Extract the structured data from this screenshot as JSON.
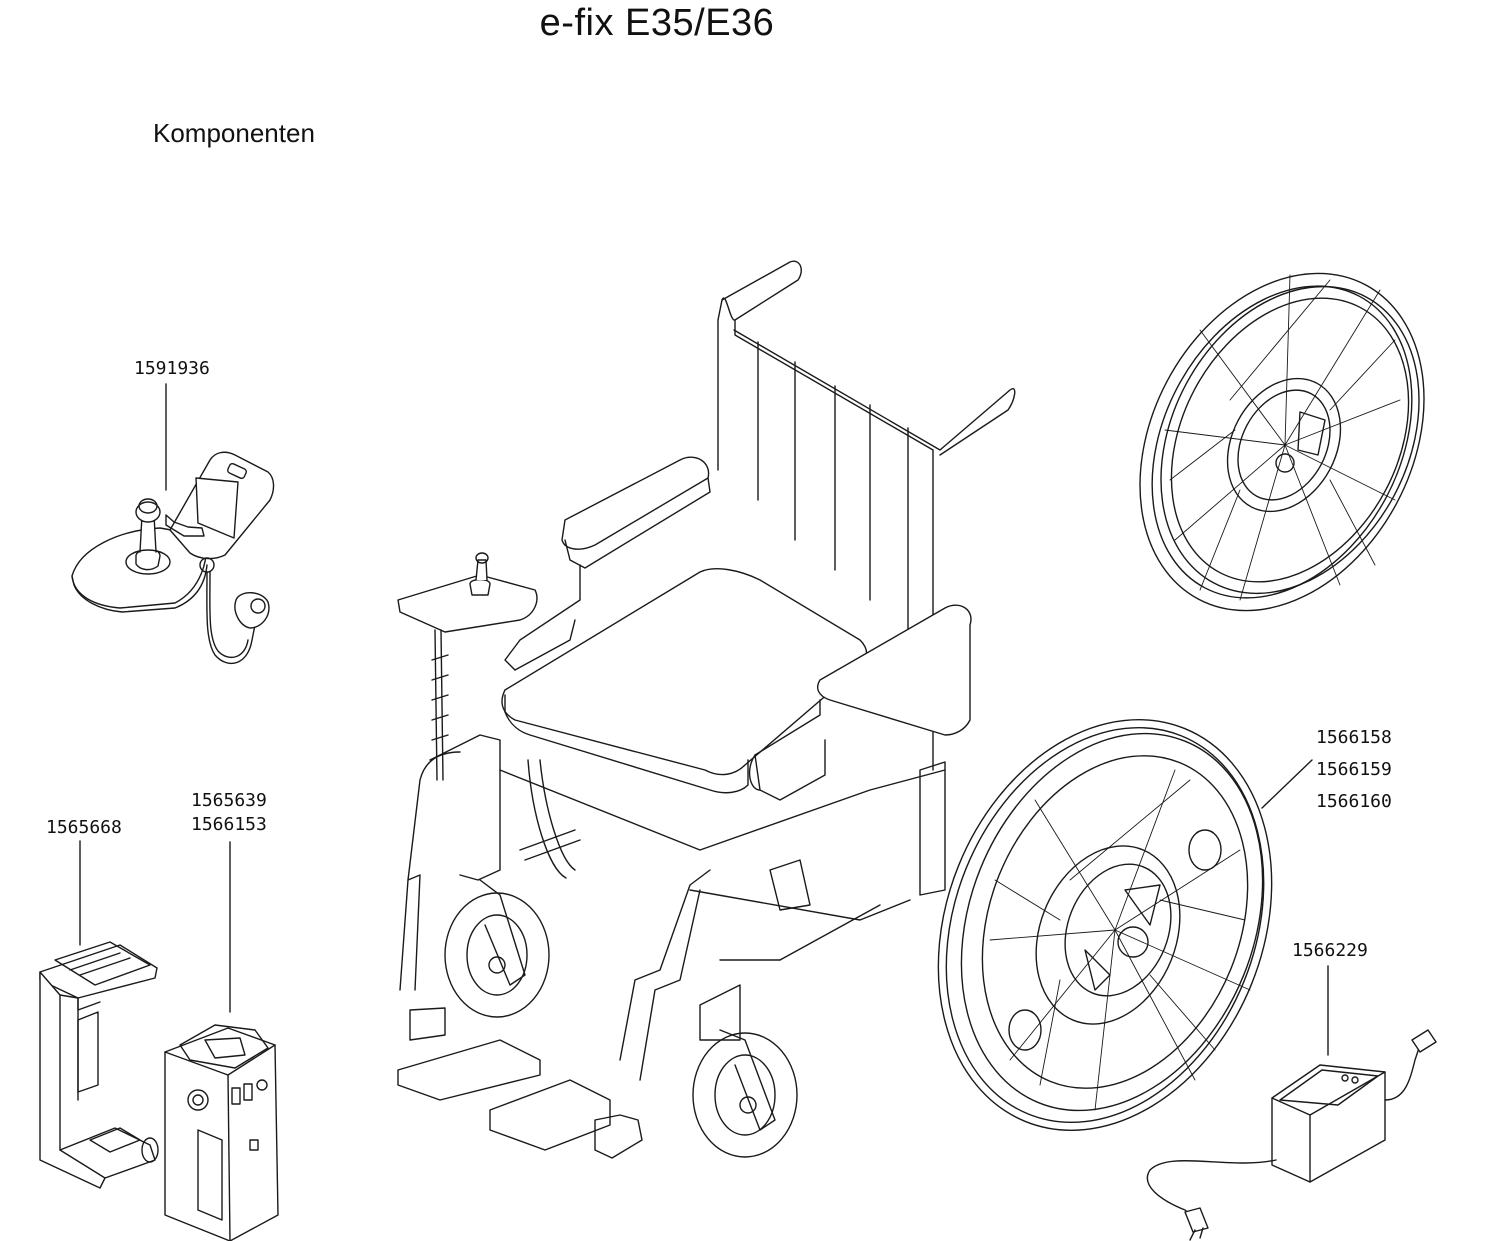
{
  "header": {
    "title": "e-fix E35/E36",
    "subtitle": "Komponenten"
  },
  "parts": {
    "control_panel": {
      "label": "1591936"
    },
    "battery_holder": {
      "label": "1565668"
    },
    "battery": {
      "labels": [
        "1565639",
        "1566153"
      ]
    },
    "rear_wheel": {
      "labels": [
        "1566158",
        "1566159",
        "1566160"
      ]
    },
    "charger": {
      "label": "1566229"
    }
  }
}
